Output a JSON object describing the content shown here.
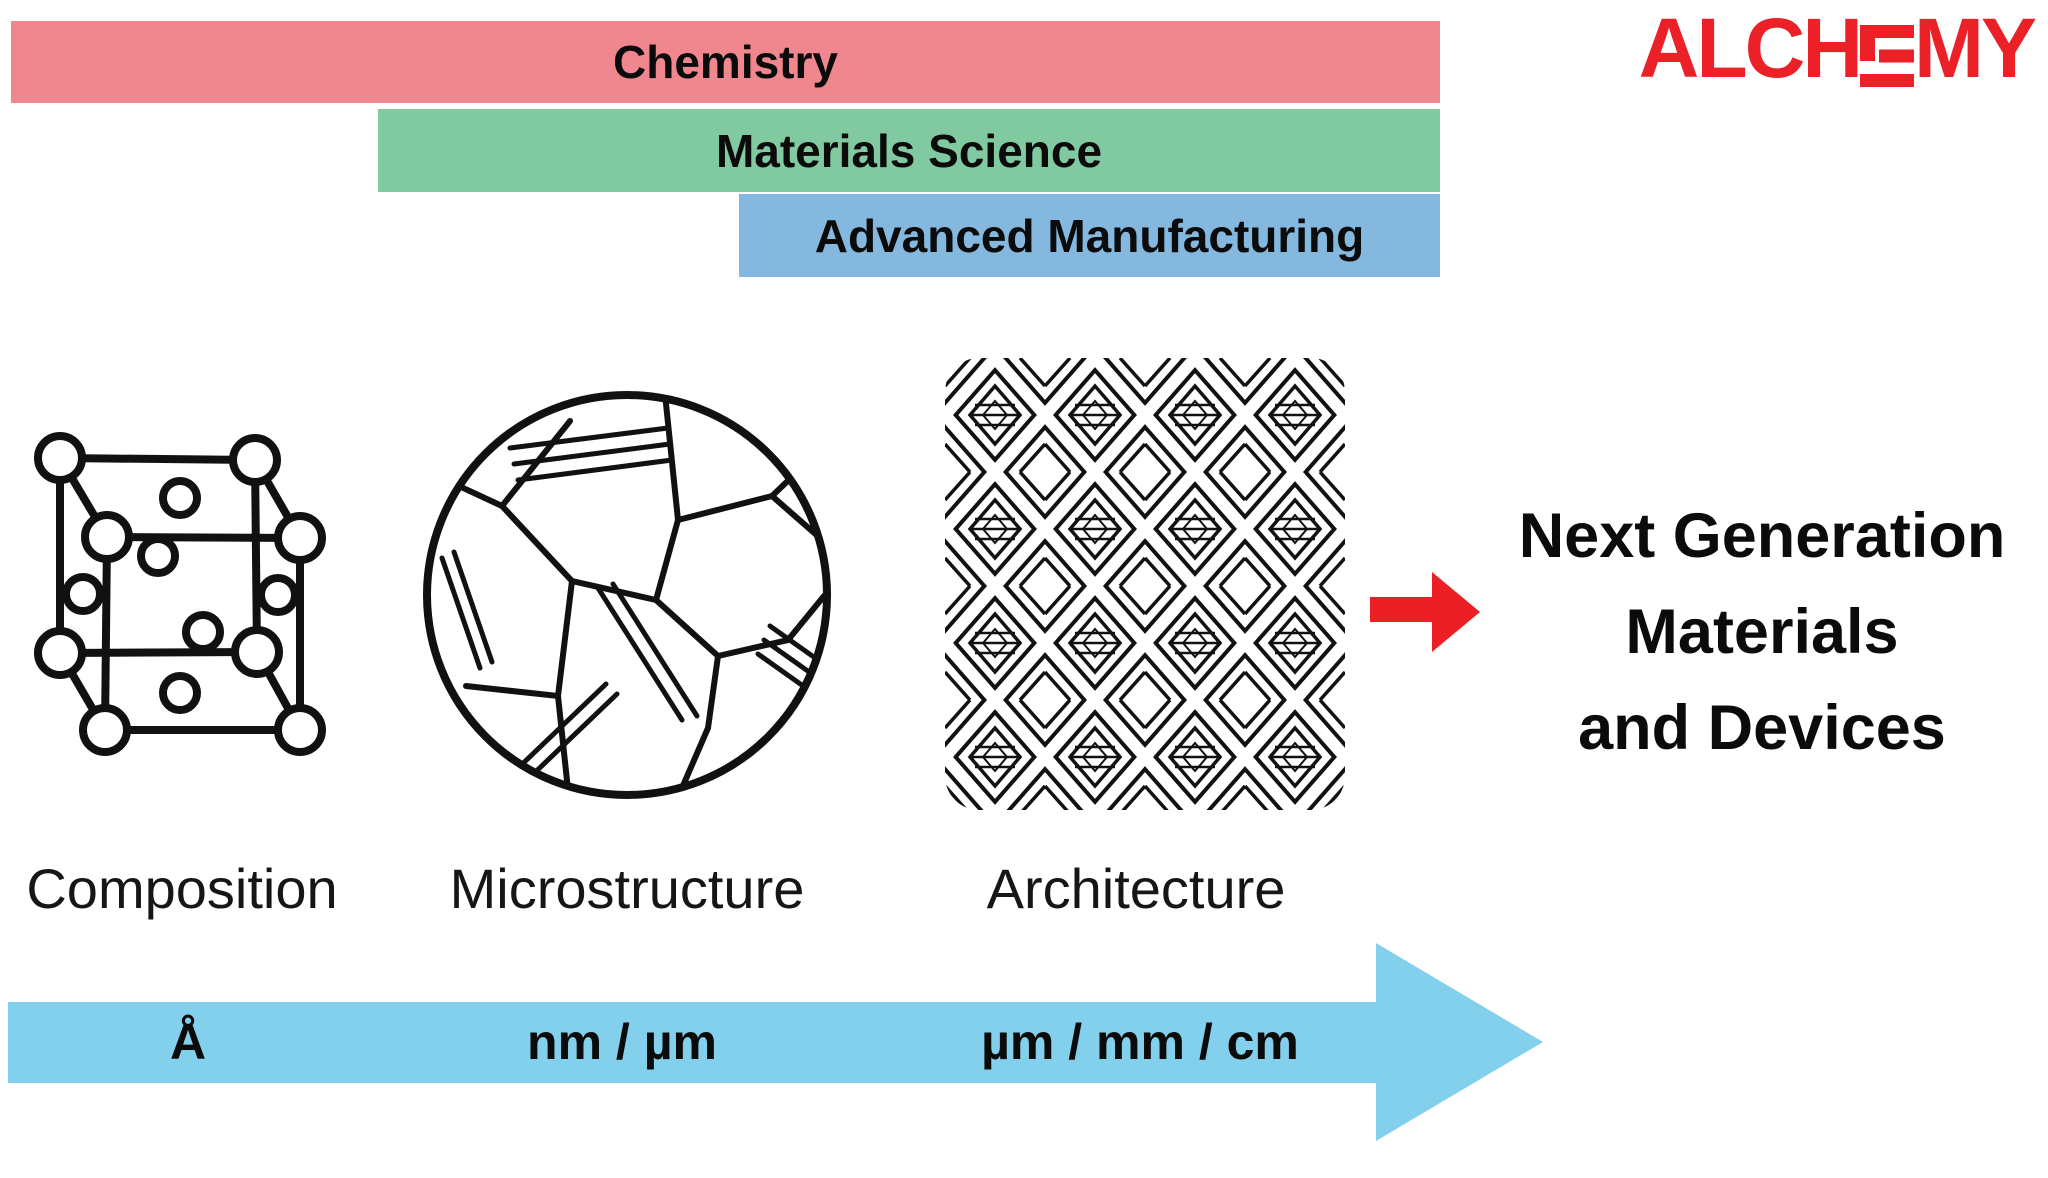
{
  "title_bars": {
    "bars": [
      {
        "label": "Chemistry",
        "color": "#f0878f"
      },
      {
        "label": "Materials Science",
        "color": "#80c9a1"
      },
      {
        "label": "Advanced Manufacturing",
        "color": "#85b8de"
      }
    ]
  },
  "logo": {
    "text": "ALCHEMY",
    "color": "#ec2027",
    "style": "stylized-E-with-detached-bars"
  },
  "stages": [
    {
      "label": "Composition",
      "illustration": "fcc-crystal-unit-cell-icon"
    },
    {
      "label": "Microstructure",
      "illustration": "polycrystalline-grain-circle-icon"
    },
    {
      "label": "Architecture",
      "illustration": "octet-truss-lattice-icon"
    }
  ],
  "result": {
    "arrow_icon": "right-arrow-icon",
    "arrow_color": "#ec2024",
    "lines": [
      "Next Generation",
      "Materials",
      "and Devices"
    ]
  },
  "scale_bar": {
    "icon": "length-scale-right-arrow-icon",
    "color": "#82d0ec",
    "labels": [
      "Å",
      "nm / µm",
      "µm / mm / cm"
    ]
  },
  "colors": {
    "background": "#ffffff",
    "line_art": "#111111",
    "text": "#0b0b0b"
  }
}
